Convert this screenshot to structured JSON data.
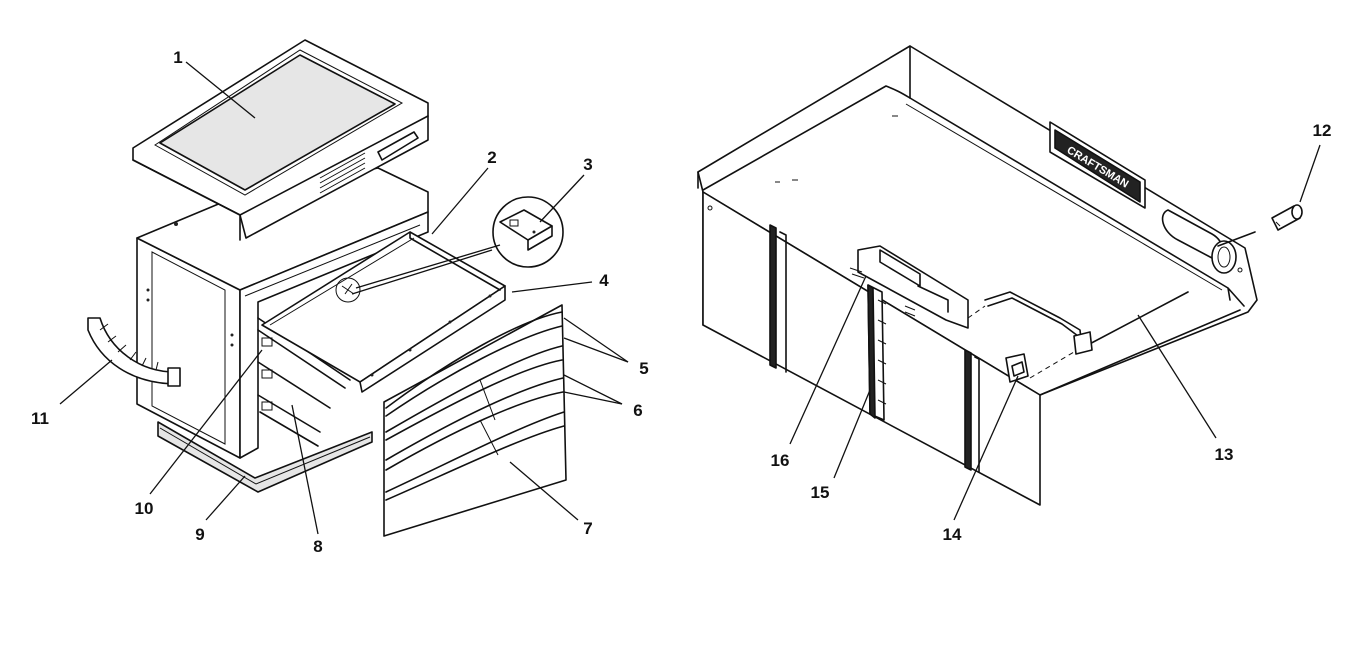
{
  "logo": {
    "text": "CRAFTSMAN"
  },
  "callouts": {
    "c1": "1",
    "c2": "2",
    "c3": "3",
    "c4": "4",
    "c5": "5",
    "c6": "6",
    "c7": "7",
    "c8": "8",
    "c9": "9",
    "c10": "10",
    "c11": "11",
    "c12": "12",
    "c13": "13",
    "c14": "14",
    "c15": "15",
    "c16": "16"
  }
}
